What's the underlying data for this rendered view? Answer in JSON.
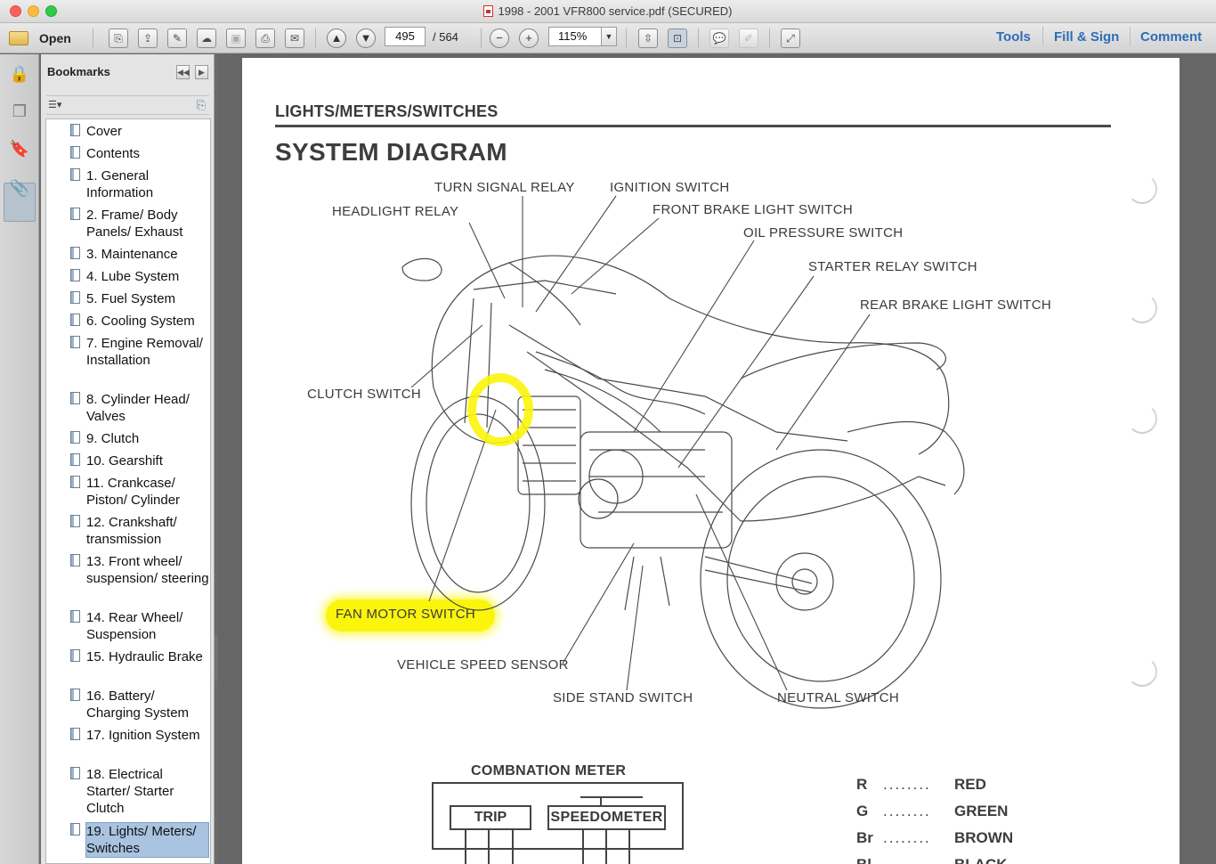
{
  "window": {
    "title": "1998 - 2001 VFR800 service.pdf (SECURED)"
  },
  "toolbar": {
    "open_label": "Open",
    "page_current": "495",
    "page_total": "/ 564",
    "zoom": "115%",
    "tools_label": "Tools",
    "fill_sign_label": "Fill & Sign",
    "comment_label": "Comment"
  },
  "bookmarks": {
    "header": "Bookmarks",
    "items": [
      {
        "label": "Cover"
      },
      {
        "label": "Contents"
      },
      {
        "label": "1. General Information"
      },
      {
        "label": "2. Frame/ Body Panels/ Exhaust"
      },
      {
        "label": "3. Maintenance"
      },
      {
        "label": "4. Lube System"
      },
      {
        "label": "5. Fuel System"
      },
      {
        "label": "6. Cooling System"
      },
      {
        "label": "7. Engine Removal/ Installation"
      },
      {
        "label": "8. Cylinder Head/ Valves"
      },
      {
        "label": "9. Clutch"
      },
      {
        "label": "10. Gearshift"
      },
      {
        "label": "11. Crankcase/ Piston/ Cylinder"
      },
      {
        "label": "12. Crankshaft/ transmission"
      },
      {
        "label": "13. Front wheel/ suspension/ steering"
      },
      {
        "label": "14. Rear Wheel/ Suspension"
      },
      {
        "label": "15. Hydraulic Brake"
      },
      {
        "label": "16. Battery/ Charging System"
      },
      {
        "label": "17. Ignition System"
      },
      {
        "label": "18. Electrical Starter/ Starter Clutch"
      },
      {
        "label": "19. Lights/ Meters/ Switches"
      }
    ]
  },
  "document": {
    "section_title": "LIGHTS/METERS/SWITCHES",
    "diagram_title": "SYSTEM DIAGRAM",
    "labels": {
      "turn_signal_relay": "TURN SIGNAL RELAY",
      "ignition_switch": "IGNITION SWITCH",
      "headlight_relay": "HEADLIGHT RELAY",
      "front_brake_light_switch": "FRONT BRAKE LIGHT SWITCH",
      "oil_pressure_switch": "OIL PRESSURE SWITCH",
      "starter_relay_switch": "STARTER RELAY SWITCH",
      "rear_brake_light_switch": "REAR BRAKE LIGHT SWITCH",
      "clutch_switch": "CLUTCH SWITCH",
      "fan_motor_switch": "FAN MOTOR SWITCH",
      "vehicle_speed_sensor": "VEHICLE SPEED SENSOR",
      "side_stand_switch": "SIDE STAND SWITCH",
      "neutral_switch": "NEUTRAL SWITCH"
    },
    "meter": {
      "title": "COMBNATION  METER",
      "trip": "TRIP",
      "speedometer": "SPEEDOMETER"
    },
    "legend": [
      {
        "code": "R",
        "dots": "........",
        "color": "RED"
      },
      {
        "code": "G",
        "dots": "........",
        "color": "GREEN"
      },
      {
        "code": "Br",
        "dots": "........",
        "color": "BROWN"
      },
      {
        "code": "Bl",
        "dots": "........",
        "color": "BLACK"
      }
    ],
    "highlight_color": "#fbf50b"
  }
}
